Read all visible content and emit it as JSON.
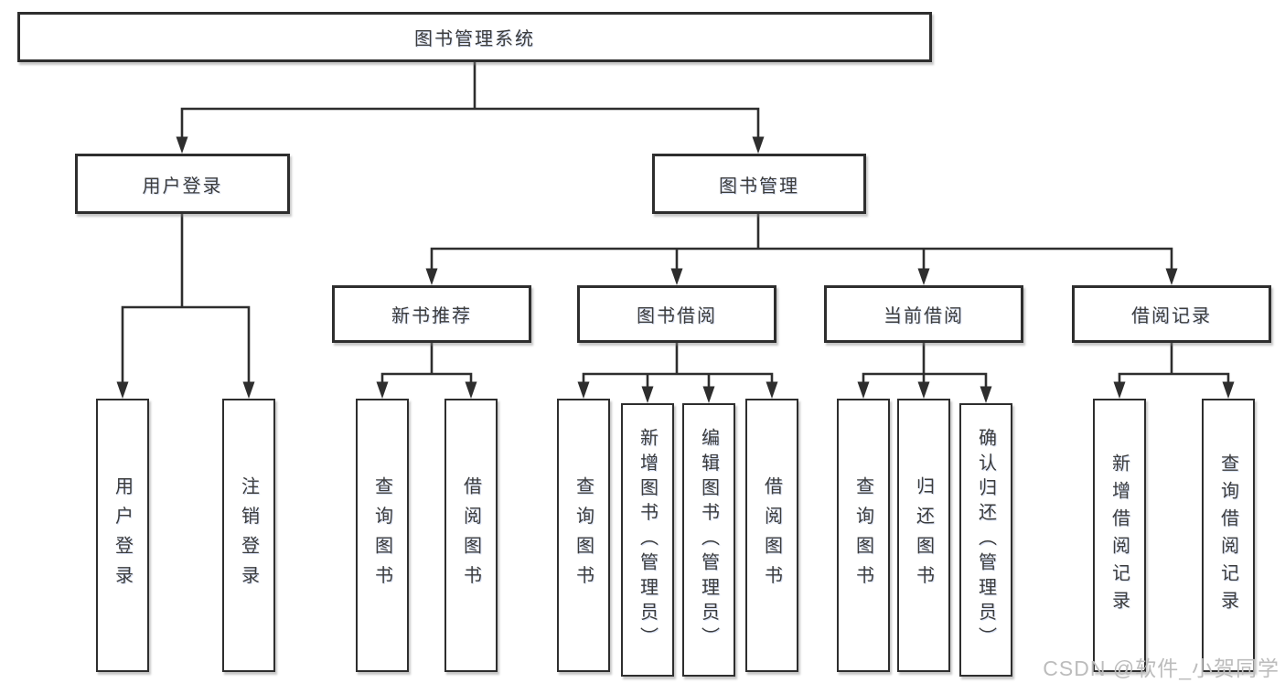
{
  "colors": {
    "line": "#2e2e2e",
    "box_border": "#2e2e2e",
    "text": "#3c3c3c",
    "background": "#ffffff",
    "watermark": "#bcbcbc"
  },
  "tree": {
    "root": {
      "label": "图书管理系统",
      "children": [
        {
          "label": "用户登录",
          "children": [
            {
              "label": "用户登录"
            },
            {
              "label": "注销登录"
            }
          ]
        },
        {
          "label": "图书管理",
          "children": [
            {
              "label": "新书推荐",
              "children": [
                {
                  "label": "查询图书"
                },
                {
                  "label": "借阅图书"
                }
              ]
            },
            {
              "label": "图书借阅",
              "children": [
                {
                  "label": "查询图书"
                },
                {
                  "label": "新增图书（管理员）"
                },
                {
                  "label": "编辑图书（管理员）"
                },
                {
                  "label": "借阅图书"
                }
              ]
            },
            {
              "label": "当前借阅",
              "children": [
                {
                  "label": "查询图书"
                },
                {
                  "label": "归还图书"
                },
                {
                  "label": "确认归还（管理员）"
                }
              ]
            },
            {
              "label": "借阅记录",
              "children": [
                {
                  "label": "新增借阅记录"
                },
                {
                  "label": "查询借阅记录"
                }
              ]
            }
          ]
        }
      ]
    }
  },
  "watermark": {
    "text": "CSDN @软件_小贺同学"
  }
}
